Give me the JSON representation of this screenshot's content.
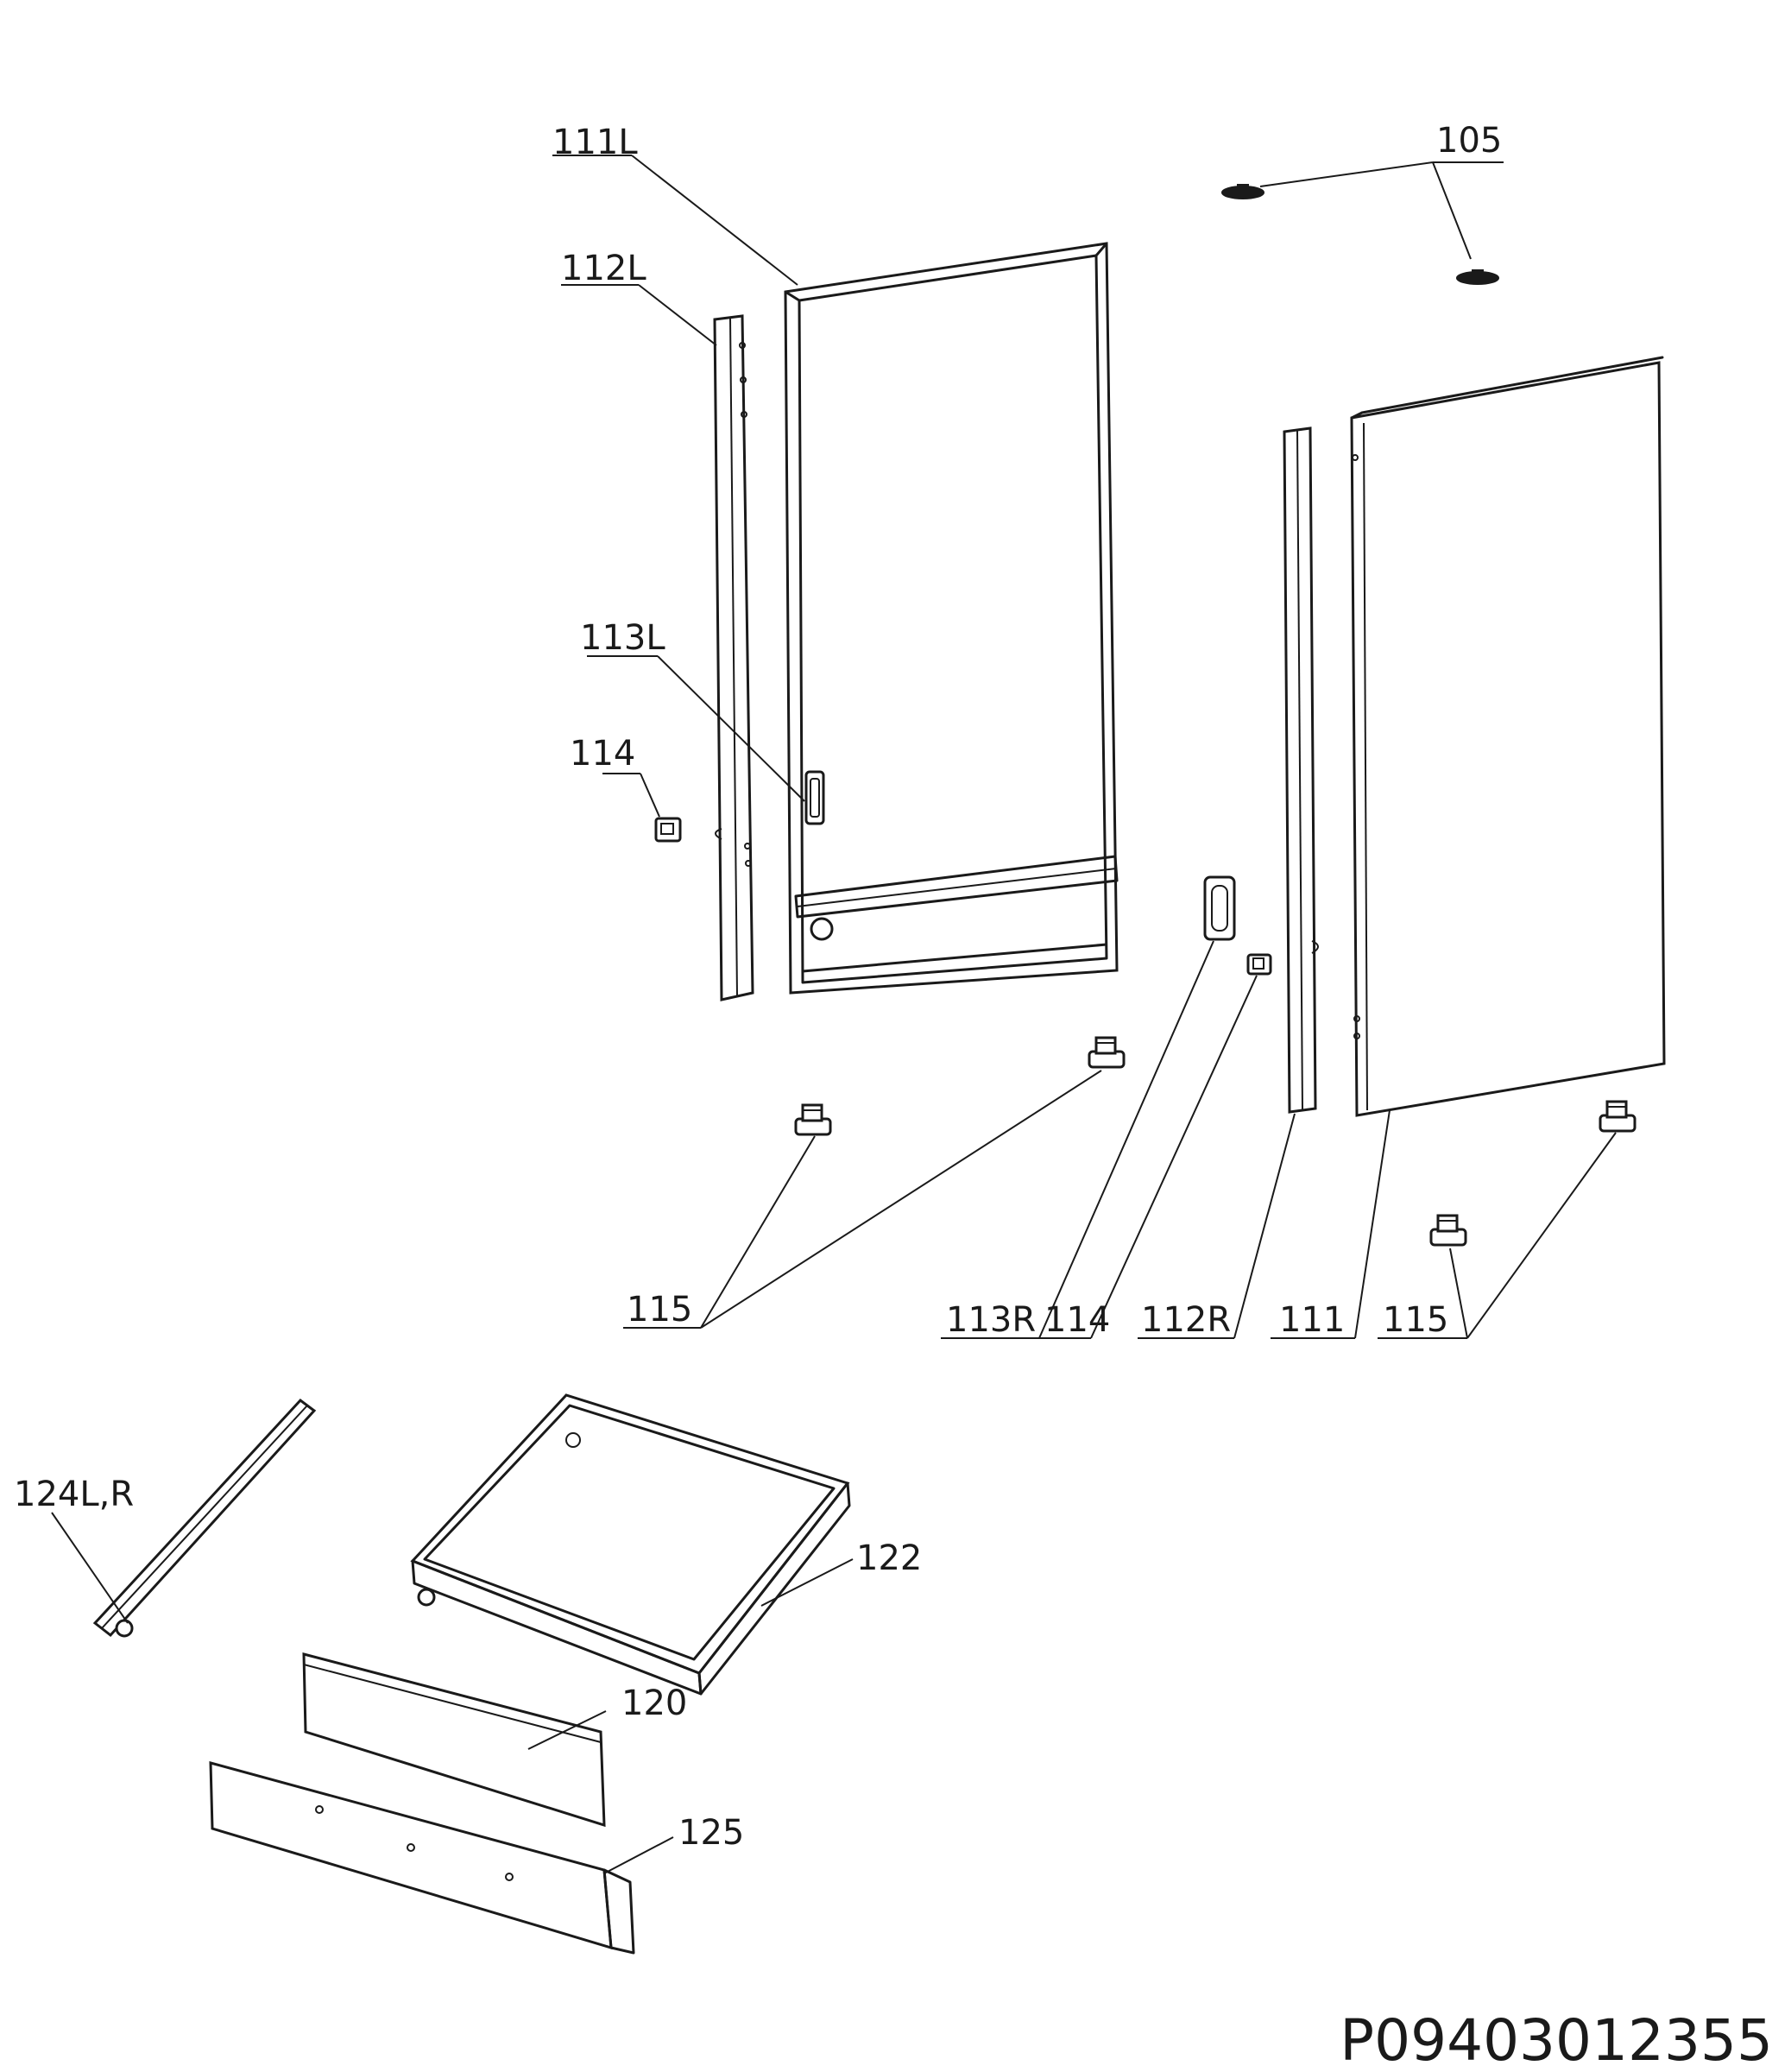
{
  "callouts": {
    "c105": "105",
    "c111L": "111L",
    "c112L": "112L",
    "c113L": "113L",
    "c114a": "114",
    "c115a": "115",
    "c113R": "113R",
    "c114b": "114",
    "c112R": "112R",
    "c111": "111",
    "c115b": "115",
    "c124": "124L,R",
    "c122": "122",
    "c120": "120",
    "c125": "125"
  },
  "document_number": "P09403012355"
}
